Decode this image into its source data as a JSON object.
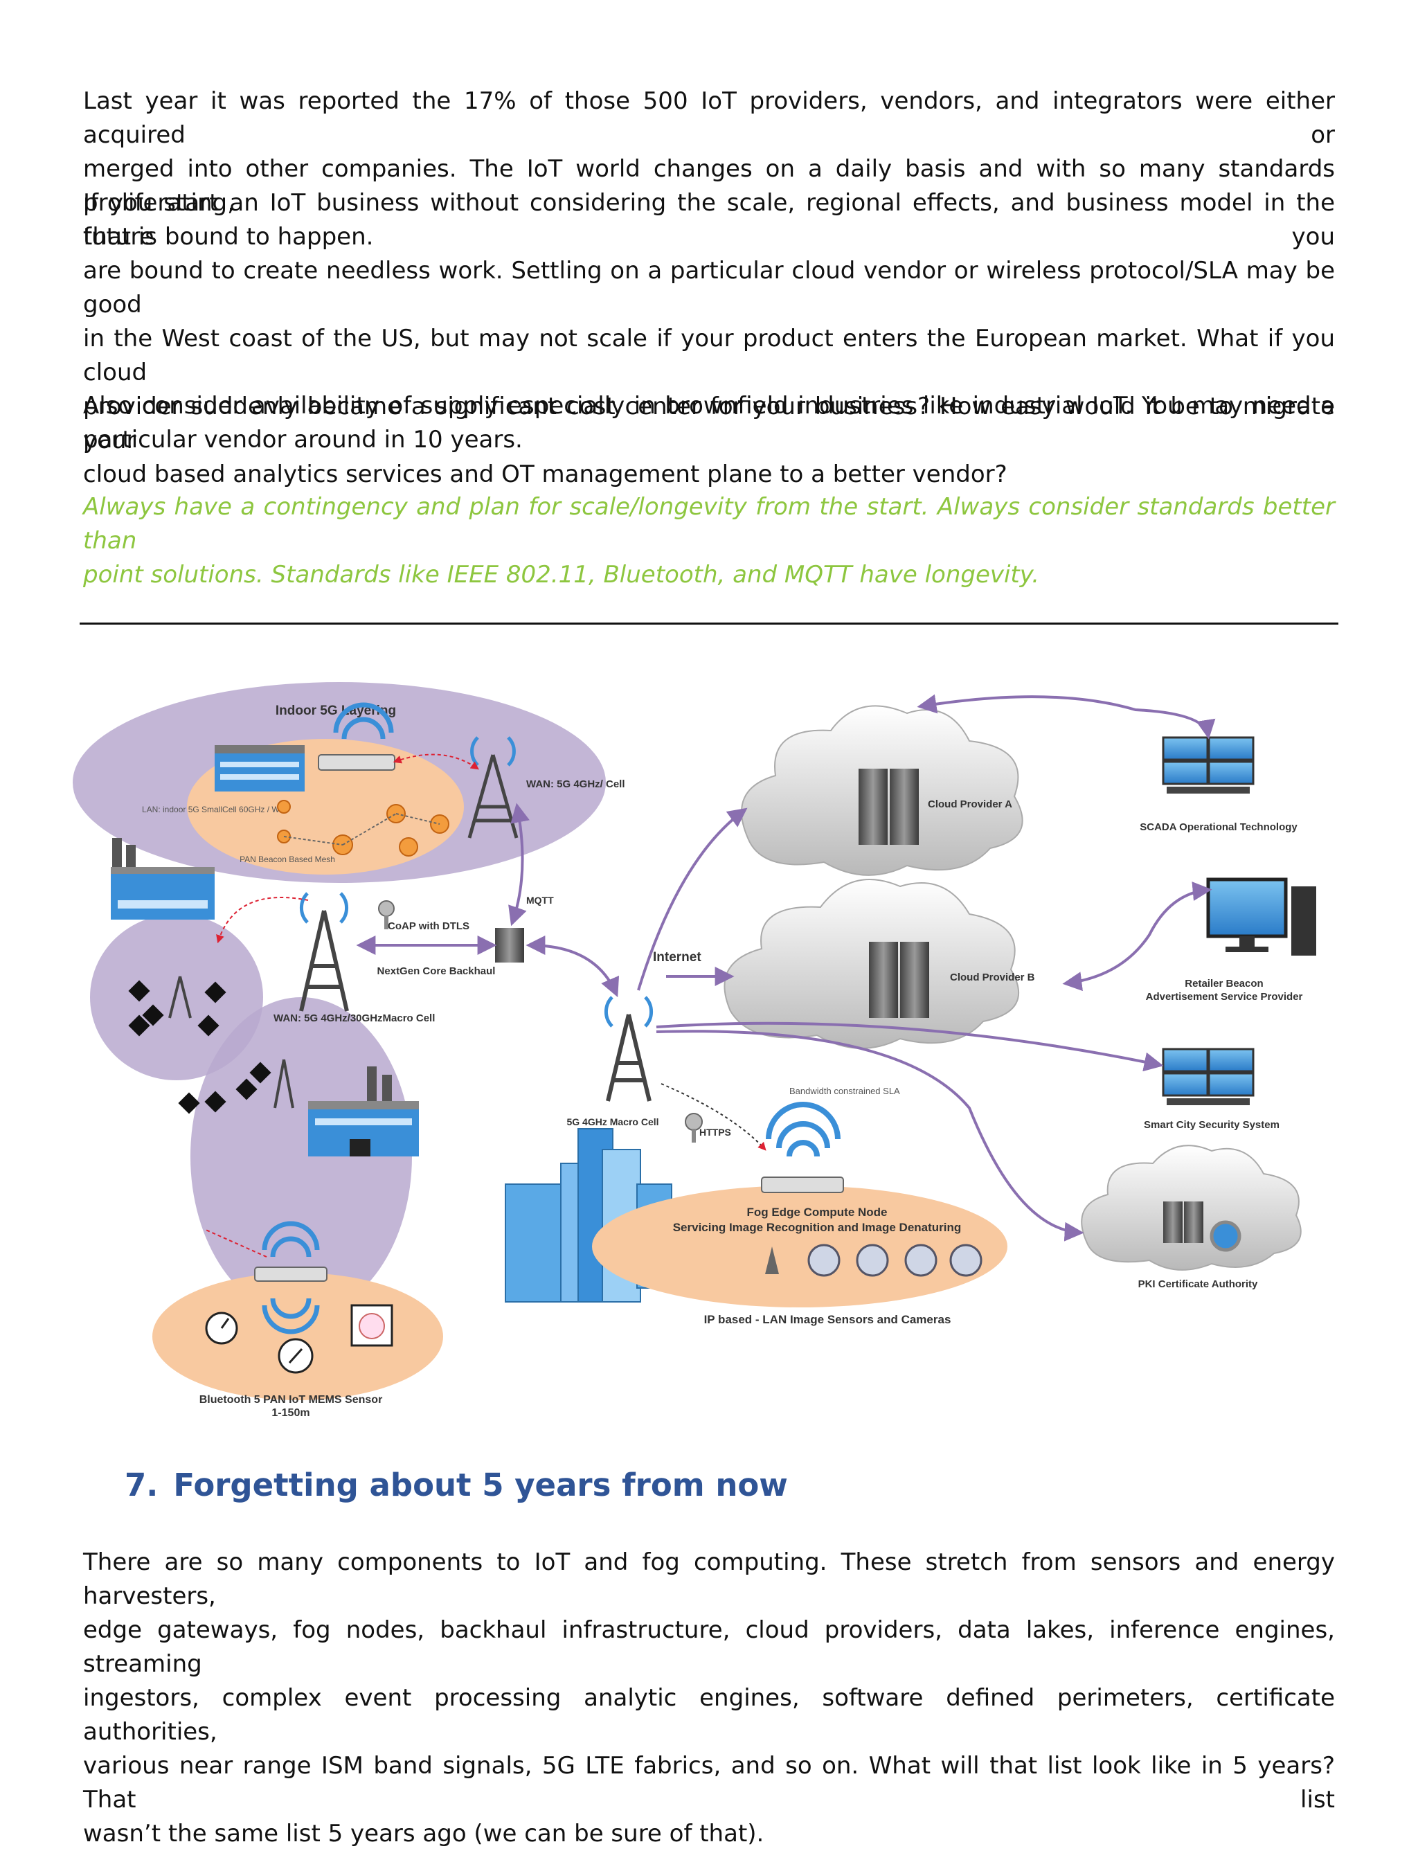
{
  "paragraphs": {
    "p1": [
      "Last year it was reported the 17% of those 500 IoT providers, vendors, and integrators were either acquired or",
      "merged into other companies. The IoT world changes on a daily basis and with so many standards proliferating,",
      "that is bound to happen."
    ],
    "p2": [
      "If you start an IoT business without considering the scale, regional effects, and business model in the future you",
      "are bound to create needless work. Settling on a particular cloud vendor or wireless protocol/SLA may be good",
      "in the West coast of the US, but may not scale if your product enters the European market. What if you cloud",
      "provider suddenly became a significant cost center for your business? How easy would it be to migrate your",
      "cloud based analytics services and OT management plane to a better vendor?"
    ],
    "p3": [
      "Also consider availability of supply especially in brownfield industries like industrial IoT. You may need a",
      "particular vendor around in 10 years."
    ],
    "p4_green": [
      "Always have a contingency and plan for scale/longevity from the start. Always consider standards better than",
      "point solutions. Standards like IEEE 802.11, Bluetooth, and MQTT have longevity."
    ]
  },
  "diagram": {
    "indoor_layering": "Indoor 5G Layering",
    "wan_cell": "WAN: 5G 4GHz/ Cell",
    "lan_indoor": "LAN: indoor 5G SmallCell 60GHz / WiFi",
    "pan_beacon": "PAN Beacon Based Mesh",
    "mqtt": "MQTT",
    "coap": "CoAP with DTLS",
    "nextgen": "NextGen Core Backhaul",
    "wan_macro": "WAN: 5G 4GHz/30GHzMacro Cell",
    "internet": "Internet",
    "macro_cell": "5G 4GHz Macro Cell",
    "bandwidth": "Bandwidth constrained SLA",
    "https": "HTTPS",
    "fog_node": "Fog Edge Compute Node",
    "fog_service": "Servicing Image Recognition and Image Denaturing",
    "ip_lan": "IP based - LAN Image Sensors and Cameras",
    "bluetooth": "Bluetooth 5 PAN IoT MEMS Sensor",
    "bluetooth_range": "1-150m",
    "cloud_a": "Cloud Provider A",
    "cloud_b": "Cloud Provider B",
    "scada": "SCADA Operational Technology",
    "retailer_1": "Retailer Beacon",
    "retailer_2": "Advertisement Service Provider",
    "smart_city": "Smart City Security System",
    "pki": "PKI Certificate Authority"
  },
  "section": {
    "number": "7.",
    "title": "Forgetting about 5 years from now"
  },
  "p5": [
    "There are so many components to IoT and fog computing. These stretch from sensors and energy harvesters,",
    "edge gateways, fog nodes, backhaul infrastructure, cloud providers, data lakes, inference engines, streaming",
    "ingestors, complex event processing analytic engines, software defined perimeters, certificate authorities,",
    "various near range ISM band signals, 5G LTE fabrics, and so on. What will that list look like in 5 years? That list",
    "wasn’t the same list 5 years ago (we can be sure of that)."
  ],
  "colors": {
    "green_text": "#8dc63f",
    "heading": "#2f5496",
    "purple_zone": "#b9a9cf",
    "orange_zone": "#f8c9a0",
    "arrow": "#8a6fb0",
    "wifi_blue": "#3a8fd8"
  }
}
